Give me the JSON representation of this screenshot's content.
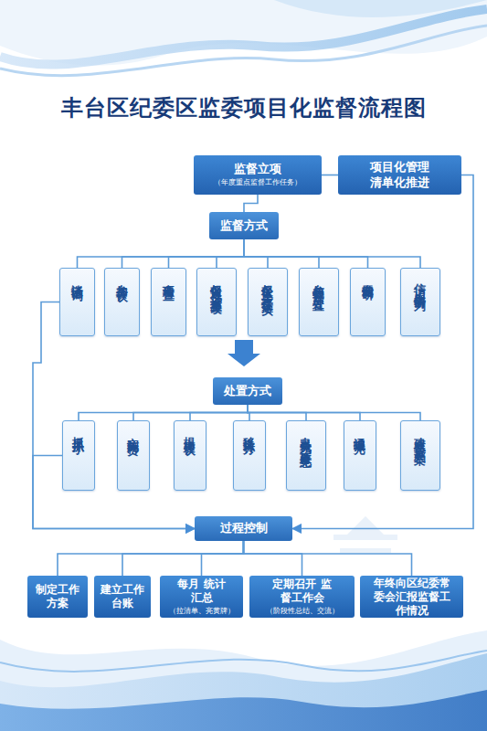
{
  "diagram": {
    "title": "丰台区纪委区监委项目化监督流程图",
    "nodes": [
      {
        "text": [
          "监督立项",
          "（年度重点监督工作任务）"
        ]
      },
      {
        "text": [
          "项目化管理 清单化推进"
        ]
      },
      {
        "text": [
          "监督方式"
        ]
      },
      {
        "text": [
          "谈话函询"
        ]
      },
      {
        "text": [
          "参加会议"
        ]
      },
      {
        "text": [
          "专项检查"
        ]
      },
      {
        "text": [
          "督促巡视 巡查整改"
        ]
      },
      {
        "text": [
          "督促主体 责任落实"
        ]
      },
      {
        "text": [
          "参与线索 处置"
        ]
      },
      {
        "text": [
          "专题调研"
        ]
      },
      {
        "text": [
          "信访 舆情研判"
        ]
      },
      {
        "text": [
          "处置方式"
        ]
      },
      {
        "text": [
          "抓早抓小"
        ]
      },
      {
        "text": [
          "实施问责"
        ]
      },
      {
        "text": [
          "提出建议"
        ]
      },
      {
        "text": [
          "移送转办"
        ]
      },
      {
        "text": [
          "出具党风 廉政意见"
        ]
      },
      {
        "text": [
          "通报曝光"
        ]
      },
      {
        "text": [
          "建立监督 档案"
        ]
      },
      {
        "text": [
          "过程控制"
        ]
      },
      {
        "text": [
          "制定工作方案"
        ]
      },
      {
        "text": [
          "建立工作台账"
        ]
      },
      {
        "text": [
          "每月 统计汇总",
          "（拉清单、亮黄牌）"
        ]
      },
      {
        "text": [
          "定期召开 监督工作会",
          "（阶段性总结、交流）"
        ]
      },
      {
        "text": [
          "年终向区纪委常委会汇报监督工作情况"
        ]
      }
    ],
    "edges": [
      {
        "from": 0,
        "to": 1,
        "arrow": "none"
      },
      {
        "from": 0,
        "to": 2,
        "arrow": "none"
      },
      {
        "from": 2,
        "to": 3,
        "arrow": "none"
      },
      {
        "from": 2,
        "to": 4,
        "arrow": "none"
      },
      {
        "from": 2,
        "to": 5,
        "arrow": "none"
      },
      {
        "from": 2,
        "to": 6,
        "arrow": "none"
      },
      {
        "from": 2,
        "to": 7,
        "arrow": "none"
      },
      {
        "from": 2,
        "to": 8,
        "arrow": "none"
      },
      {
        "from": 2,
        "to": 9,
        "arrow": "none"
      },
      {
        "from": 2,
        "to": 10,
        "arrow": "none"
      },
      {
        "from": 11,
        "to": 12,
        "arrow": "none"
      },
      {
        "from": 11,
        "to": 13,
        "arrow": "none"
      },
      {
        "from": 11,
        "to": 14,
        "arrow": "none"
      },
      {
        "from": 11,
        "to": 15,
        "arrow": "none"
      },
      {
        "from": 11,
        "to": 16,
        "arrow": "none"
      },
      {
        "from": 11,
        "to": 17,
        "arrow": "none"
      },
      {
        "from": 11,
        "to": 18,
        "arrow": "none"
      },
      {
        "from": 3,
        "to": 19,
        "arrow": "to"
      },
      {
        "from": 12,
        "to": 19,
        "arrow": "to"
      },
      {
        "from": 1,
        "to": 19,
        "arrow": "to"
      },
      {
        "from": 19,
        "to": 20,
        "arrow": "none"
      },
      {
        "from": 19,
        "to": 21,
        "arrow": "none"
      },
      {
        "from": 19,
        "to": 22,
        "arrow": "none"
      },
      {
        "from": 19,
        "to": 23,
        "arrow": "none"
      },
      {
        "from": 19,
        "to": 24,
        "arrow": "none"
      }
    ]
  }
}
